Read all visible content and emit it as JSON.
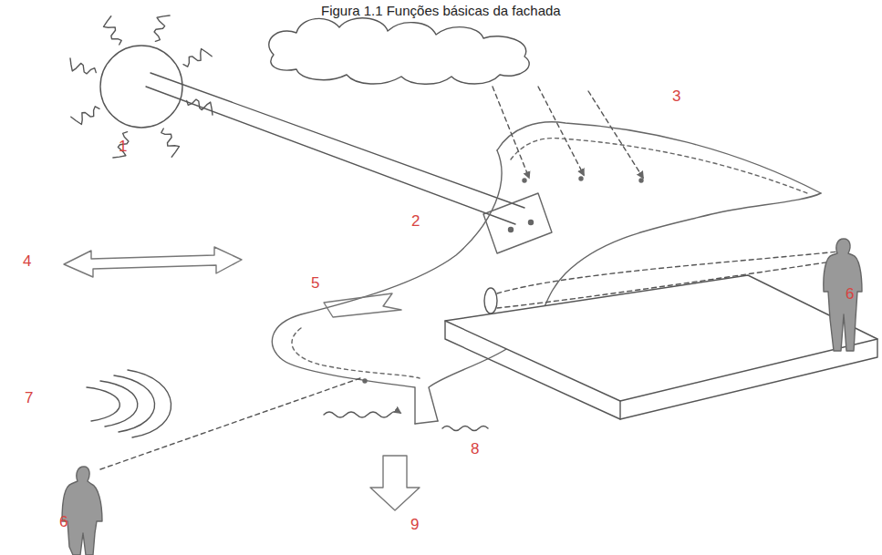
{
  "diagram": {
    "title": "Figura 1.1 Funções básicas da fachada",
    "labels": [
      "1",
      "2",
      "3",
      "4",
      "5",
      "6",
      "7",
      "8",
      "6",
      "9"
    ]
  }
}
